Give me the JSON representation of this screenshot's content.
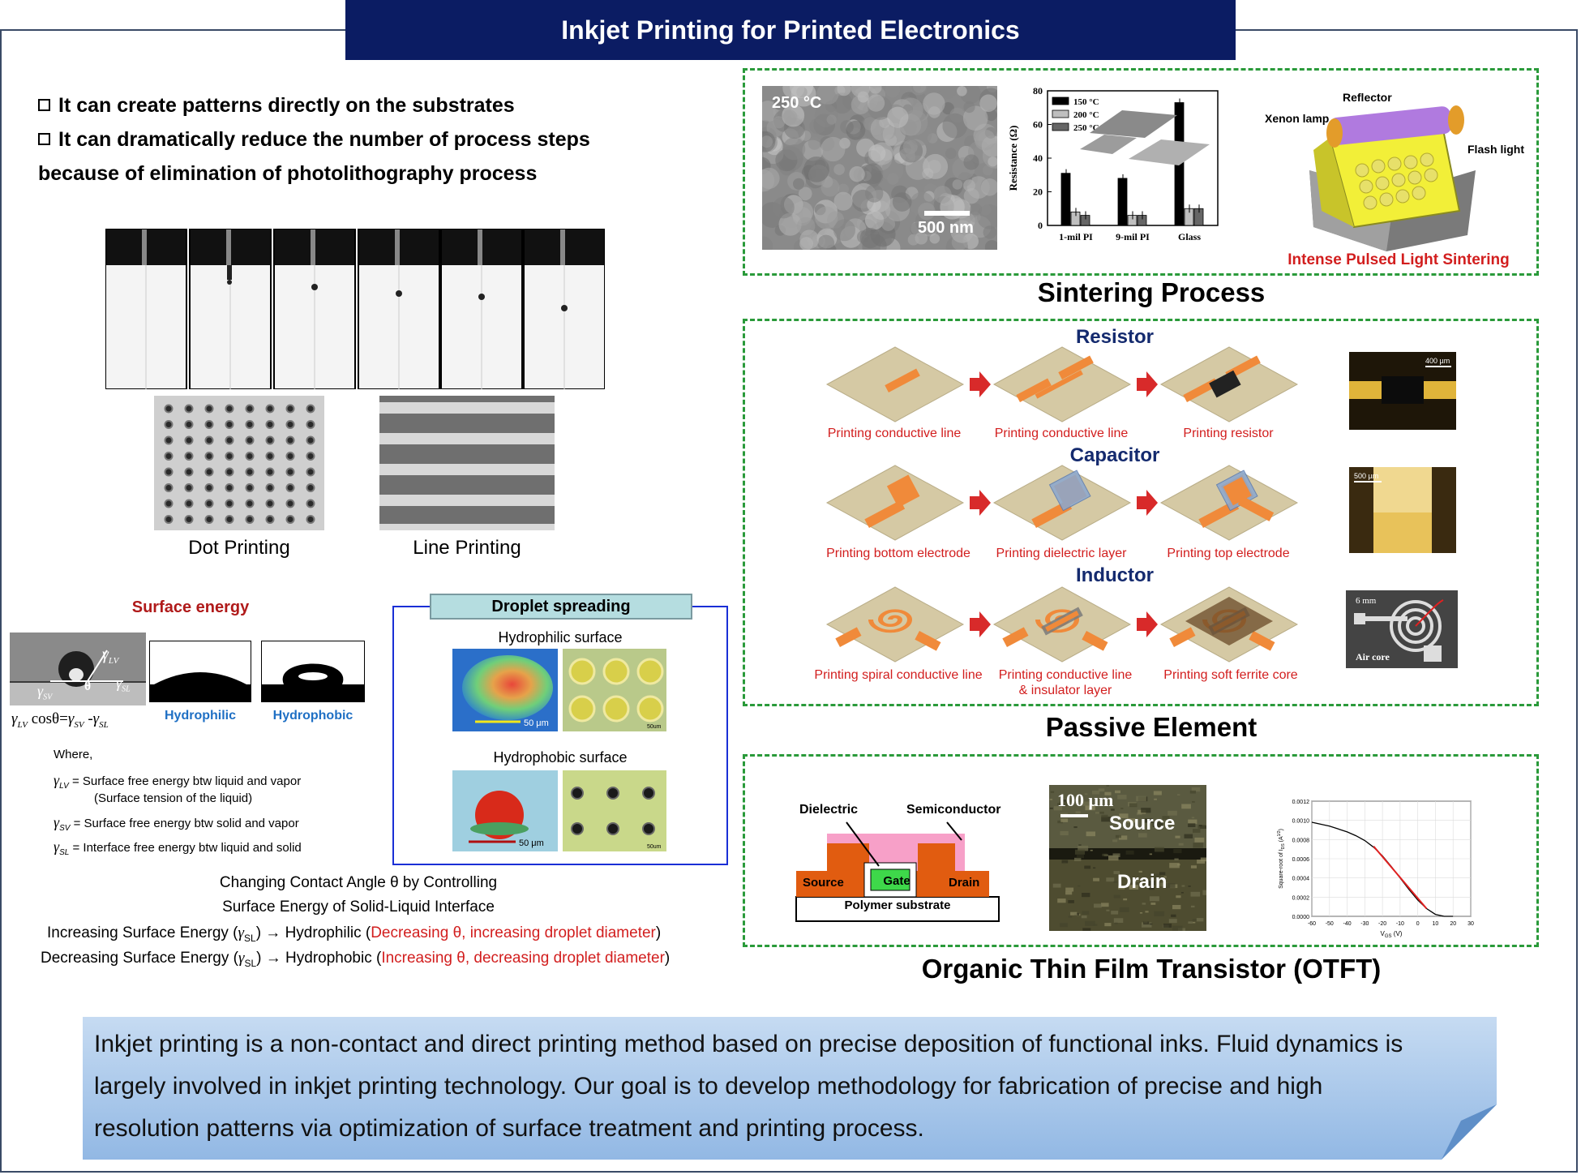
{
  "header": {
    "title": "Inkjet Printing for Printed Electronics"
  },
  "intro": {
    "bullet1": "It can create patterns directly on the substrates",
    "bullet2": "It can dramatically reduce the number of process steps",
    "bullet2_cont": "because of elimination of photolithography process"
  },
  "printing": {
    "dot_label": "Dot Printing",
    "line_label": "Line Printing"
  },
  "surface_energy": {
    "title": "Surface energy",
    "hydrophilic": "Hydrophilic",
    "hydrophobic": "Hydrophobic",
    "gamma": "γ",
    "sub_lv": "LV",
    "sub_sv": "SV",
    "sub_sl": "SL",
    "theta": "θ",
    "eq_cos": "cosθ=",
    "eq_minus": "-",
    "where": "Where,",
    "def_lv": "= Surface free energy btw liquid and vapor",
    "def_lv2": "(Surface tension of the liquid)",
    "def_sv": "= Surface free energy btw solid and vapor",
    "def_sl": "= Interface free energy btw liquid and solid"
  },
  "droplet": {
    "title": "Droplet spreading",
    "hydrophilic_surface": "Hydrophilic surface",
    "hydrophobic_surface": "Hydrophobic surface",
    "scale": "50 μm",
    "scale_small": "50um"
  },
  "contact_angle": {
    "line1": "Changing Contact Angle θ by Controlling",
    "line2": "Surface Energy of Solid-Liquid Interface",
    "inc_a": "Increasing Surface Energy (",
    "inc_b": ") → Hydrophilic (",
    "inc_red": "Decreasing θ, increasing droplet diameter",
    "dec_a": "Decreasing Surface Energy (",
    "dec_b": ") → Hydrophobic (",
    "dec_red": "Increasing θ, decreasing droplet diameter",
    "sym": "γ",
    "sub": "SL",
    "close": ")"
  },
  "sintering": {
    "title": "Sintering Process",
    "sem_temp": "250 °C",
    "sem_scale": "500 nm",
    "ipl_title": "Intense Pulsed Light Sintering",
    "reflector": "Reflector",
    "xenon": "Xenon lamp",
    "flash": "Flash light"
  },
  "chart_data": [
    {
      "type": "bar",
      "categories": [
        "1-mil PI",
        "9-mil PI",
        "Glass"
      ],
      "series": [
        {
          "name": "150 °C",
          "values": [
            31,
            28,
            73
          ],
          "color": "#000000"
        },
        {
          "name": "200 °C",
          "values": [
            8,
            6,
            10
          ],
          "color": "#bfbfbf"
        },
        {
          "name": "250 °C",
          "values": [
            6,
            6,
            10
          ],
          "color": "#666666"
        }
      ],
      "ylabel": "Resistance (Ω)",
      "ylim": [
        0,
        80
      ],
      "yticks": [
        "0",
        "20",
        "40",
        "60",
        "80"
      ],
      "legend": "top-left"
    },
    {
      "type": "line",
      "xlabel": "V",
      "xlabel_sub": "GS",
      "xlabel_unit": "(V)",
      "ylabel": "Square-root of I",
      "ylabel_sub": "DS",
      "ylabel_unit": "(A",
      "ylabel_exp": "1/2",
      "xlim": [
        -60,
        30
      ],
      "ylim": [
        0,
        0.0012
      ],
      "xticks": [
        "-60",
        "-50",
        "-40",
        "-30",
        "-20",
        "-10",
        "0",
        "10",
        "20",
        "30"
      ],
      "yticks": [
        "0.0000",
        "0.0002",
        "0.0004",
        "0.0006",
        "0.0008",
        "0.0010",
        "0.0012"
      ],
      "x": [
        -60,
        -55,
        -50,
        -45,
        -40,
        -35,
        -30,
        -25,
        -20,
        -15,
        -10,
        -5,
        0,
        5,
        10,
        15,
        20
      ],
      "y": [
        0.00098,
        0.00096,
        0.00094,
        0.00091,
        0.00088,
        0.00084,
        0.00079,
        0.00072,
        0.00063,
        0.00052,
        0.0004,
        0.00028,
        0.00017,
        8e-05,
        2e-05,
        0.0,
        0.0
      ],
      "fit_x": [
        -25,
        5
      ],
      "fit_y": [
        0.00073,
        8e-05
      ]
    }
  ],
  "passive": {
    "title": "Passive Element",
    "resistor": {
      "title": "Resistor",
      "steps": [
        "Printing  conductive line",
        "Printing  conductive line",
        "Printing  resistor"
      ],
      "scale": "400 µm"
    },
    "capacitor": {
      "title": "Capacitor",
      "steps": [
        "Printing  bottom electrode",
        "Printing  dielectric layer",
        "Printing top electrode"
      ],
      "scale": "500 µm"
    },
    "inductor": {
      "title": "Inductor",
      "steps": [
        "Printing  spiral conductive line",
        "Printing  conductive line",
        "Printing soft ferrite core"
      ],
      "step2b": "& insulator layer",
      "scale": "6 mm",
      "air": "Air core"
    }
  },
  "otft": {
    "title": "Organic Thin Film Transistor (OTFT)",
    "dielectric": "Dielectric",
    "semiconductor": "Semiconductor",
    "source": "Source",
    "gate": "Gate",
    "drain": "Drain",
    "substrate": "Polymer substrate",
    "micro_scale": "100 μm",
    "micro_source": "Source",
    "micro_drain": "Drain"
  },
  "summary": {
    "text": "Inkjet printing is a non-contact and direct printing method based on precise deposition of functional inks. Fluid dynamics is largely involved in inkjet printing technology. Our goal is to develop methodology for fabrication of precise and high resolution patterns via optimization of surface treatment and printing process."
  },
  "colors": {
    "title_bg": "#0b1c63",
    "dash_green": "#2a9a3a",
    "accent_red": "#d21e1e",
    "navy_text": "#142a6e",
    "orange": "#f08a3a",
    "summary_bg": "#a9c6e8"
  }
}
